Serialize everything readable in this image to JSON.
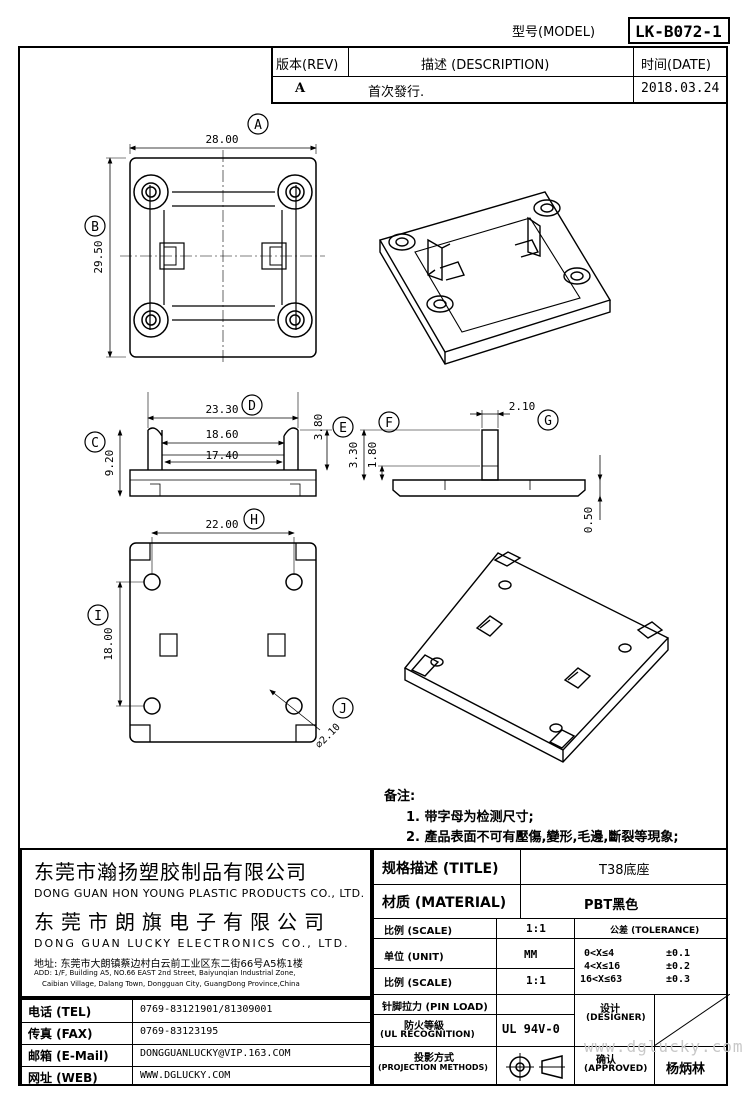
{
  "header": {
    "model_label": "型号(MODEL)",
    "model_value": "LK-B072-1",
    "rev_label": "版本(REV)",
    "desc_label": "描述 (DESCRIPTION)",
    "date_label": "时间(DATE)",
    "rev_value": "A",
    "desc_value": "首次發行.",
    "date_value": "2018.03.24"
  },
  "dimensions": {
    "A": "A",
    "B": "B",
    "C": "C",
    "D": "D",
    "E": "E",
    "F": "F",
    "G": "G",
    "H": "H",
    "I": "I",
    "J": "J",
    "width_28": "28.00",
    "height_29_5": "29.50",
    "width_23_3": "23.30",
    "width_18_6": "18.60",
    "width_17_4": "17.40",
    "height_9_2": "9.20",
    "height_3_8": "3.80",
    "height_3_3": "3.30",
    "height_1_8": "1.80",
    "width_2_1": "2.10",
    "height_0_5": "0.50",
    "width_22": "22.00",
    "height_18": "18.00",
    "dia_2_1": "⌀2.10"
  },
  "notes": {
    "title": "备注:",
    "item1": "1. 带字母为检测尺寸;",
    "item2": "2. 產品表面不可有壓傷,變形,毛邊,斷裂等現象;"
  },
  "company": {
    "name1_cn": "东莞市瀚扬塑胶制品有限公司",
    "name1_en": "DONG GUAN HON YOUNG PLASTIC PRODUCTS CO., LTD.",
    "name2_cn": "东莞市朗旗电子有限公司",
    "name2_en": "DONG GUAN LUCKY ELECTRONICS CO., LTD.",
    "address_cn": "地址: 东莞市大朗镇蔡边村白云前工业区东二街66号A5栋1楼",
    "address_en1": "ADD: 1/F, Building A5, NO.66 EAST 2nd Street, Baiyunqian Industrial Zone,",
    "address_en2": "Caibian Village, Dalang Town, Dongguan City, GuangDong Province,China"
  },
  "contacts": [
    {
      "label": "电话 (TEL)",
      "value": "0769-83121901/81309001"
    },
    {
      "label": "传真 (FAX)",
      "value": "0769-83123195"
    },
    {
      "label": "邮箱 (E-Mail)",
      "value": "DONGGUANLUCKY@VIP.163.COM"
    },
    {
      "label": "网址 (WEB)",
      "value": "WWW.DGLUCKY.COM"
    }
  ],
  "title_block": {
    "title_label": "规格描述 (TITLE)",
    "title_value": "T38底座",
    "material_label": "材质 (MATERIAL)",
    "material_value": "PBT黑色",
    "scale_label": "比例 (SCALE)",
    "scale_value": "1:1",
    "tolerance_label": "公差 (TOLERANCE)",
    "unit_label": "单位 (UNIT)",
    "unit_value": "MM",
    "tol1_range": "0<X≤4",
    "tol1_value": "±0.1",
    "tol2_range": "4<X≤16",
    "tol2_value": "±0.2",
    "tol3_range": "16<X≤63",
    "tol3_value": "±0.3",
    "scale2_label": "比例 (SCALE)",
    "scale2_value": "1:1",
    "pin_label": "针脚拉力 (PIN LOAD)",
    "fire_label1": "防火等級",
    "fire_label2": "(UL RECOGNITION)",
    "fire_value": "UL 94V-0",
    "designer_label1": "设计",
    "designer_label2": "(DESIGNER)",
    "proj_label1": "投影方式",
    "proj_label2": "(PROJECTION METHODS)",
    "approved_label1": "确认",
    "approved_label2": "(APPROVED)",
    "approved_value": "杨炳林",
    "watermark": "www.dglucky.com"
  }
}
